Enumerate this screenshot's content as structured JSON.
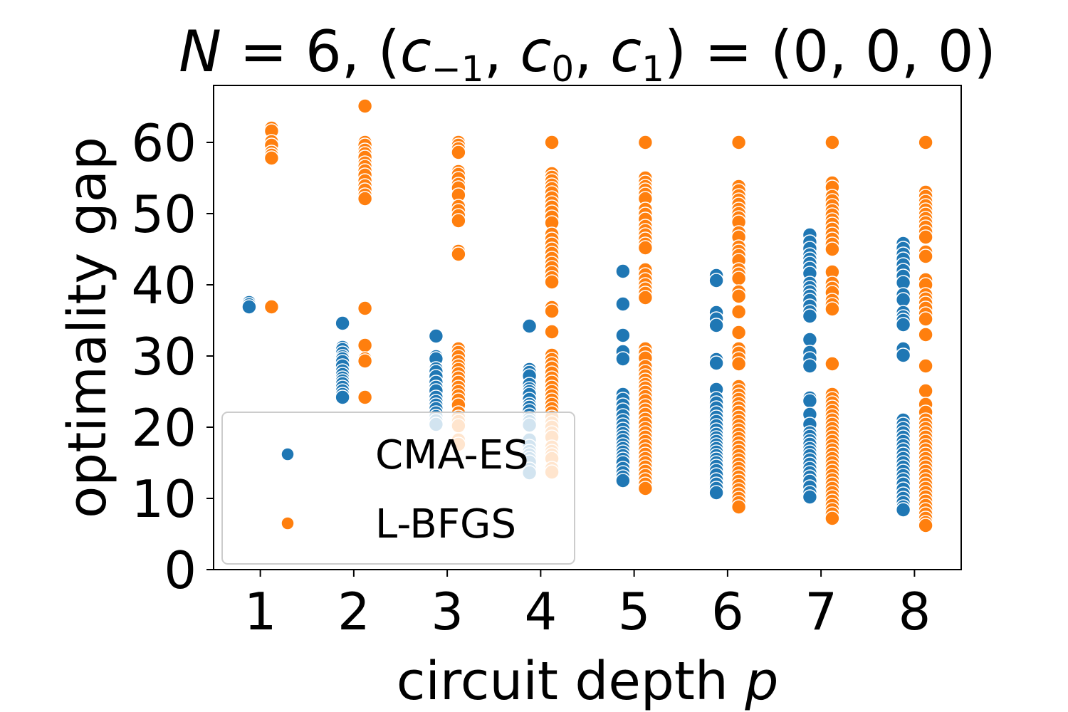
{
  "chart_data": {
    "type": "scatter",
    "title_parts": {
      "N": "N",
      "eq": " = 6, (",
      "c": "c",
      "sub_m1": "−1",
      "sub_0": "0",
      "sub_1": "1",
      "comma": ", ",
      "rhs": ") = (0, 0, 0)"
    },
    "xlabel_text": "circuit depth ",
    "xlabel_var": "p",
    "ylabel": "optimality gap",
    "categories": [
      "1",
      "2",
      "3",
      "4",
      "5",
      "6",
      "7",
      "8"
    ],
    "xlim": [
      0.5,
      8.5
    ],
    "ylim": [
      0,
      68
    ],
    "yticks": [
      0,
      10,
      20,
      30,
      40,
      50,
      60
    ],
    "ytick_labels": [
      "0",
      "10",
      "20",
      "30",
      "40",
      "50",
      "60"
    ],
    "legend_position": "lower left",
    "dodge": 0.12,
    "series": [
      {
        "name": "CMA-ES",
        "color": "#1f77b4",
        "offset": -1,
        "points": {
          "1": [
            37.5,
            37.2,
            36.9
          ],
          "2": [
            34.6,
            31.2,
            30.9,
            30.4,
            29.9,
            29.6,
            29.2,
            28.6,
            27.9,
            27.4,
            26.9,
            26.5,
            26.1,
            25.6,
            25.1,
            24.6,
            24.2
          ],
          "3": [
            32.8,
            29.9,
            29.6,
            28.2,
            27.8,
            27.1,
            26.3,
            25.6,
            25.1,
            24.2,
            23.6,
            23.1,
            22.6,
            22.0,
            21.5,
            20.9,
            20.4
          ],
          "4": [
            34.2,
            28.1,
            27.7,
            27.2,
            26.0,
            25.4,
            25.0,
            24.6,
            23.9,
            23.2,
            22.8,
            22.3,
            21.7,
            21.2,
            20.8,
            20.3,
            18.2,
            17.3,
            16.6,
            16.1,
            15.6,
            15.1,
            14.1,
            13.6
          ],
          "5": [
            41.9,
            37.3,
            32.9,
            30.6,
            29.6,
            24.6,
            23.9,
            23.1,
            22.4,
            21.6,
            20.9,
            20.3,
            19.7,
            19.1,
            18.6,
            18.1,
            17.5,
            17.0,
            16.5,
            16.0,
            15.5,
            15.0,
            14.2,
            13.6,
            13.0,
            12.5
          ],
          "6": [
            41.3,
            40.6,
            36.1,
            35.2,
            34.3,
            29.5,
            29.0,
            25.3,
            24.0,
            23.4,
            22.7,
            22.0,
            21.4,
            20.8,
            20.2,
            19.6,
            19.0,
            18.5,
            18.0,
            17.5,
            17.0,
            16.5,
            16.0,
            15.5,
            15.0,
            14.5,
            13.9,
            13.3,
            12.6,
            12.0,
            11.4,
            10.8
          ],
          "7": [
            47.0,
            46.0,
            45.1,
            44.2,
            43.6,
            43.0,
            42.3,
            41.6,
            40.2,
            39.6,
            39.0,
            38.4,
            37.8,
            37.0,
            36.2,
            35.6,
            32.3,
            30.5,
            29.6,
            28.6,
            24.1,
            23.7,
            21.8,
            20.4,
            19.2,
            18.7,
            18.1,
            17.6,
            17.0,
            16.5,
            16.0,
            15.4,
            14.8,
            14.2,
            13.6,
            13.0,
            12.4,
            11.6,
            10.8,
            10.2
          ],
          "8": [
            45.8,
            45.1,
            44.3,
            43.6,
            42.8,
            42.0,
            41.2,
            40.3,
            38.6,
            37.9,
            36.1,
            35.5,
            35.0,
            34.4,
            31.0,
            30.1,
            21.0,
            20.4,
            19.8,
            19.2,
            18.6,
            18.0,
            17.4,
            16.8,
            16.2,
            15.6,
            15.0,
            14.4,
            13.8,
            13.2,
            12.6,
            12.0,
            11.3,
            10.6,
            10.0,
            9.4,
            8.8,
            8.4
          ]
        }
      },
      {
        "name": "L-BFGS",
        "color": "#ff7f0e",
        "offset": 1,
        "points": {
          "1": [
            62.0,
            61.6,
            60.1,
            59.6,
            58.6,
            58.2,
            57.8,
            36.9
          ],
          "2": [
            65.1,
            60.0,
            59.6,
            58.9,
            58.4,
            57.9,
            57.1,
            56.6,
            56.0,
            55.4,
            54.6,
            53.9,
            53.3,
            52.6,
            52.1,
            36.7,
            31.5,
            29.6,
            29.3,
            24.2
          ],
          "3": [
            60.0,
            59.6,
            59.1,
            58.6,
            55.9,
            55.5,
            54.9,
            54.1,
            53.6,
            52.6,
            51.0,
            50.4,
            49.7,
            49.0,
            44.7,
            44.3,
            31.0,
            30.5,
            29.9,
            29.2,
            28.6,
            28.1,
            27.5,
            26.9,
            26.3,
            25.6,
            25.0,
            24.4,
            23.8,
            23.1,
            22.0,
            21.4,
            20.8,
            20.2,
            18.2,
            17.6
          ],
          "4": [
            60.0,
            55.6,
            55.1,
            54.6,
            54.0,
            53.5,
            52.9,
            52.2,
            51.5,
            50.9,
            50.2,
            49.5,
            48.7,
            47.1,
            46.4,
            45.7,
            45.0,
            44.4,
            43.7,
            43.0,
            42.4,
            41.7,
            41.0,
            40.4,
            36.8,
            36.3,
            33.4,
            30.1,
            29.5,
            28.9,
            28.3,
            27.6,
            26.9,
            26.3,
            25.6,
            25.0,
            24.4,
            23.8,
            23.2,
            22.6,
            22.0,
            21.4,
            20.6,
            20.0,
            19.2,
            18.6,
            17.2,
            16.6,
            16.1,
            15.6,
            14.2,
            13.7
          ],
          "5": [
            60.0,
            55.0,
            54.4,
            53.8,
            53.3,
            52.7,
            52.1,
            50.6,
            49.9,
            49.2,
            48.2,
            47.6,
            47.0,
            46.4,
            45.7,
            45.2,
            42.1,
            41.4,
            40.7,
            40.0,
            39.4,
            38.8,
            38.2,
            31.0,
            30.4,
            29.7,
            28.5,
            27.8,
            27.2,
            26.6,
            26.0,
            25.5,
            24.9,
            24.3,
            23.7,
            23.0,
            22.4,
            21.8,
            21.1,
            20.5,
            19.8,
            19.2,
            18.6,
            18.0,
            17.4,
            16.8,
            16.2,
            15.6,
            15.0,
            14.4,
            13.8,
            13.2,
            12.6,
            12.0,
            11.4
          ],
          "6": [
            60.0,
            53.8,
            53.2,
            52.5,
            51.9,
            51.3,
            50.6,
            50.0,
            49.4,
            48.8,
            47.3,
            46.7,
            45.3,
            44.7,
            44.1,
            43.4,
            42.1,
            41.5,
            40.9,
            39.0,
            38.4,
            36.2,
            33.3,
            31.0,
            30.4,
            29.6,
            28.9,
            25.7,
            25.1,
            24.5,
            23.9,
            23.3,
            22.7,
            22.1,
            21.4,
            20.8,
            20.2,
            19.6,
            19.0,
            18.4,
            17.8,
            17.2,
            16.6,
            16.0,
            15.4,
            14.8,
            14.2,
            13.6,
            13.0,
            12.4,
            11.8,
            11.2,
            10.6,
            10.0,
            9.4,
            8.8
          ],
          "7": [
            60.0,
            54.3,
            53.7,
            52.4,
            51.8,
            51.1,
            50.4,
            49.8,
            49.1,
            48.5,
            47.8,
            47.1,
            46.4,
            45.7,
            45.0,
            41.8,
            40.2,
            39.5,
            38.9,
            37.8,
            37.2,
            36.6,
            28.9,
            24.6,
            24.0,
            23.4,
            22.8,
            22.2,
            21.6,
            21.0,
            20.4,
            19.8,
            19.2,
            18.6,
            18.0,
            17.4,
            16.8,
            16.2,
            15.6,
            15.0,
            14.4,
            13.8,
            13.2,
            12.6,
            12.0,
            11.4,
            10.8,
            10.2,
            9.6,
            9.0,
            8.4,
            7.8,
            7.2
          ],
          "8": [
            60.0,
            53.0,
            52.4,
            51.7,
            51.1,
            50.5,
            49.9,
            49.3,
            48.7,
            48.1,
            47.4,
            46.7,
            44.6,
            44.0,
            40.7,
            40.0,
            38.6,
            38.0,
            37.4,
            36.7,
            35.9,
            35.2,
            33.0,
            28.6,
            25.1,
            23.2,
            22.1,
            21.0,
            20.4,
            19.8,
            19.2,
            18.6,
            18.0,
            17.4,
            16.8,
            16.2,
            15.6,
            15.0,
            14.4,
            13.8,
            13.2,
            12.6,
            12.0,
            11.4,
            10.8,
            10.2,
            9.6,
            9.0,
            8.4,
            7.8,
            7.2,
            6.6,
            6.2
          ]
        }
      }
    ]
  }
}
